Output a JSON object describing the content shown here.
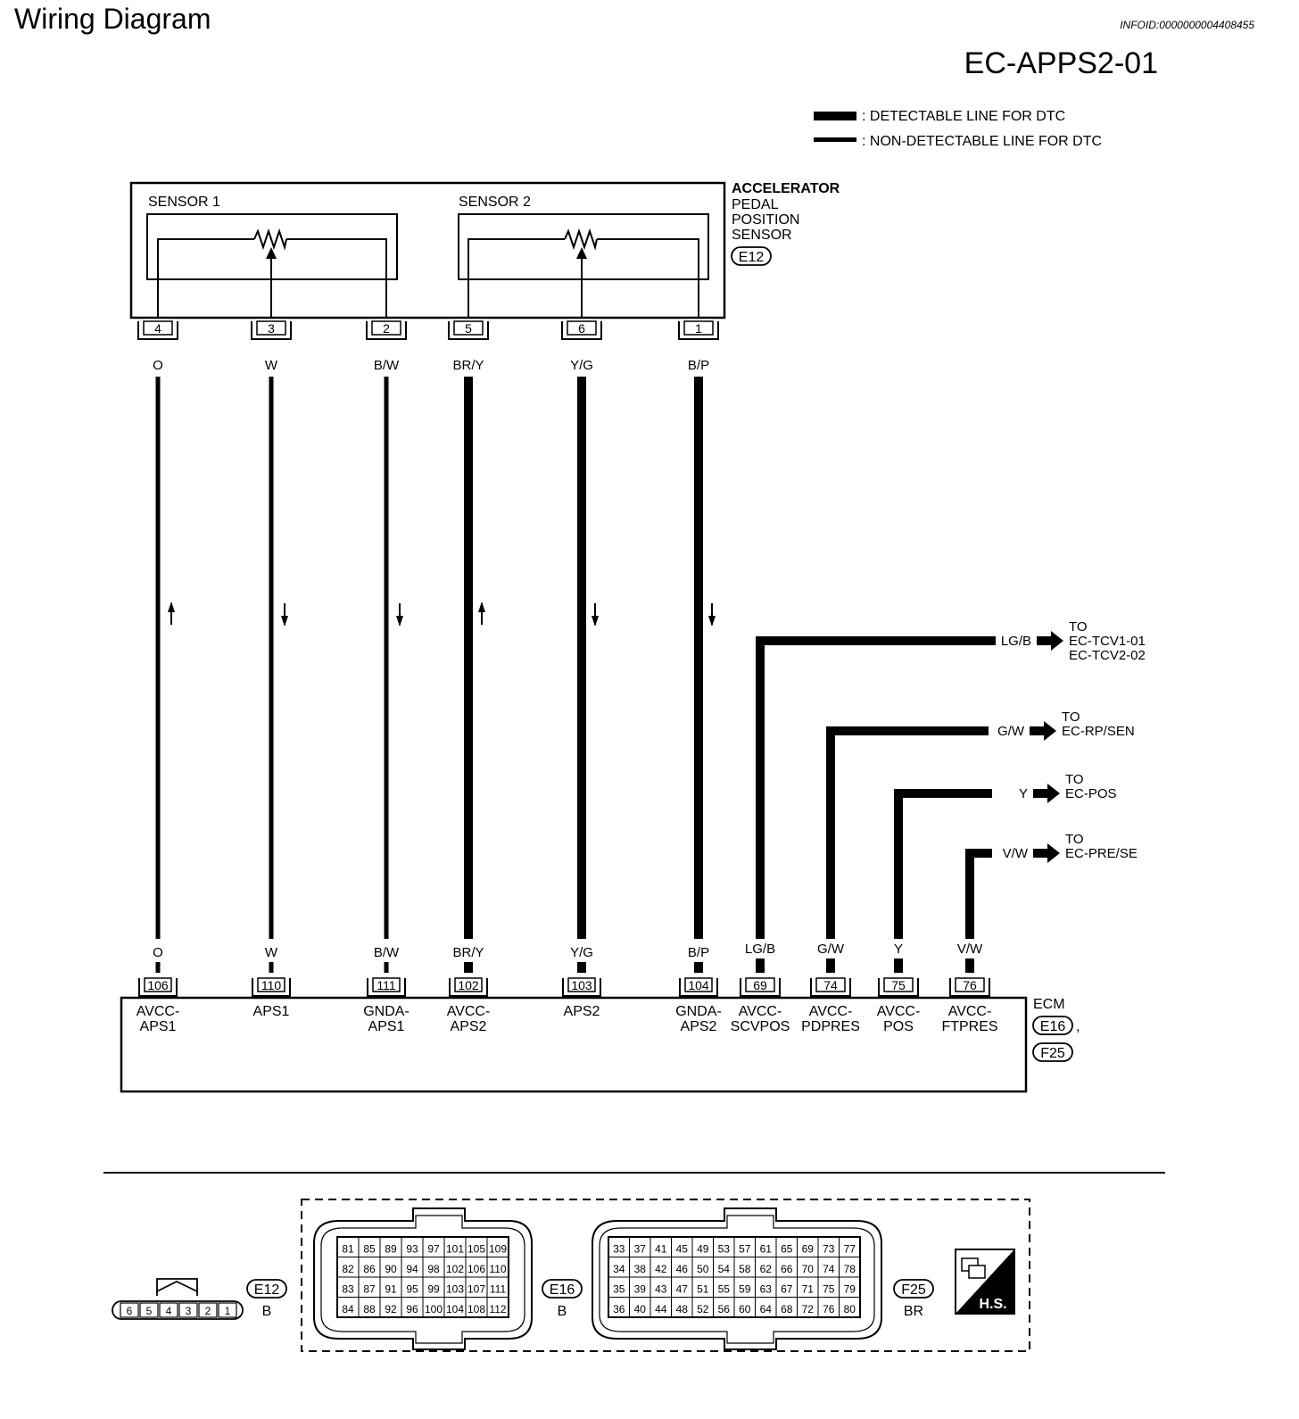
{
  "header": {
    "title": "Wiring Diagram",
    "info_id": "INFOID:0000000004408455",
    "code": "EC-APPS2-01"
  },
  "legend": {
    "detectable": ": DETECTABLE LINE FOR DTC",
    "non_detectable": ": NON-DETECTABLE LINE FOR DTC"
  },
  "sensor": {
    "name_lines": [
      "ACCELERATOR",
      "PEDAL",
      "POSITION",
      "SENSOR"
    ],
    "connector": "E12",
    "sensor1": "SENSOR 1",
    "sensor2": "SENSOR 2"
  },
  "wires": [
    {
      "sensor_pin": "4",
      "color": "O",
      "ecm_pin": "106",
      "ecm_label": [
        "AVCC-",
        "APS1"
      ],
      "detectable": false,
      "arrow": "up"
    },
    {
      "sensor_pin": "3",
      "color": "W",
      "ecm_pin": "110",
      "ecm_label": [
        "APS1"
      ],
      "detectable": false,
      "arrow": "down"
    },
    {
      "sensor_pin": "2",
      "color": "B/W",
      "ecm_pin": "111",
      "ecm_label": [
        "GNDA-",
        "APS1"
      ],
      "detectable": false,
      "arrow": "down"
    },
    {
      "sensor_pin": "5",
      "color": "BR/Y",
      "ecm_pin": "102",
      "ecm_label": [
        "AVCC-",
        "APS2"
      ],
      "detectable": true,
      "arrow": "up"
    },
    {
      "sensor_pin": "6",
      "color": "Y/G",
      "ecm_pin": "103",
      "ecm_label": [
        "APS2"
      ],
      "detectable": true,
      "arrow": "down"
    },
    {
      "sensor_pin": "1",
      "color": "B/P",
      "ecm_pin": "104",
      "ecm_label": [
        "GNDA-",
        "APS2"
      ],
      "detectable": true,
      "arrow": "down"
    }
  ],
  "branches": [
    {
      "color": "LG/B",
      "ecm_pin": "69",
      "ecm_label": [
        "AVCC-",
        "SCVPOS"
      ],
      "to": [
        "TO",
        "EC-TCV1-01",
        "EC-TCV2-02"
      ]
    },
    {
      "color": "G/W",
      "ecm_pin": "74",
      "ecm_label": [
        "AVCC-",
        "PDPRES"
      ],
      "to": [
        "TO",
        "EC-RP/SEN"
      ]
    },
    {
      "color": "Y",
      "ecm_pin": "75",
      "ecm_label": [
        "AVCC-",
        "POS"
      ],
      "to": [
        "TO",
        "EC-POS"
      ]
    },
    {
      "color": "V/W",
      "ecm_pin": "76",
      "ecm_label": [
        "AVCC-",
        "FTPRES"
      ],
      "to": [
        "TO",
        "EC-PRE/SE"
      ]
    }
  ],
  "ecm": {
    "name": "ECM",
    "connectors": [
      "E16",
      "F25"
    ],
    "separator": ","
  },
  "connector_views": {
    "e12": {
      "id": "E12",
      "color": "B",
      "pins": [
        "6",
        "5",
        "4",
        "3",
        "2",
        "1"
      ]
    },
    "e16": {
      "id": "E16",
      "color": "B",
      "rows": [
        [
          "81",
          "85",
          "89",
          "93",
          "97",
          "101",
          "105",
          "109"
        ],
        [
          "82",
          "86",
          "90",
          "94",
          "98",
          "102",
          "106",
          "110"
        ],
        [
          "83",
          "87",
          "91",
          "95",
          "99",
          "103",
          "107",
          "111"
        ],
        [
          "84",
          "88",
          "92",
          "96",
          "100",
          "104",
          "108",
          "112"
        ]
      ]
    },
    "f25": {
      "id": "F25",
      "color": "BR",
      "rows": [
        [
          "33",
          "37",
          "41",
          "45",
          "49",
          "53",
          "57",
          "61",
          "65",
          "69",
          "73",
          "77"
        ],
        [
          "34",
          "38",
          "42",
          "46",
          "50",
          "54",
          "58",
          "62",
          "66",
          "70",
          "74",
          "78"
        ],
        [
          "35",
          "39",
          "43",
          "47",
          "51",
          "55",
          "59",
          "63",
          "67",
          "71",
          "75",
          "79"
        ],
        [
          "36",
          "40",
          "44",
          "48",
          "52",
          "56",
          "60",
          "64",
          "68",
          "72",
          "76",
          "80"
        ]
      ]
    },
    "hs_label": "H.S."
  }
}
